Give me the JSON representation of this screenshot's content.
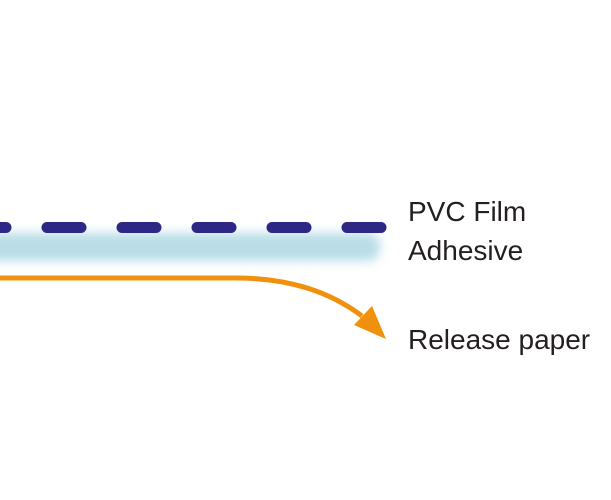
{
  "colors": {
    "pvc_film": "#2d2886",
    "adhesive": "#b9dde8",
    "release_paper": "#f0900d",
    "text": "#231f20"
  },
  "labels": {
    "pvc_film": "PVC Film",
    "adhesive": "Adhesive",
    "release_paper": "Release paper"
  }
}
